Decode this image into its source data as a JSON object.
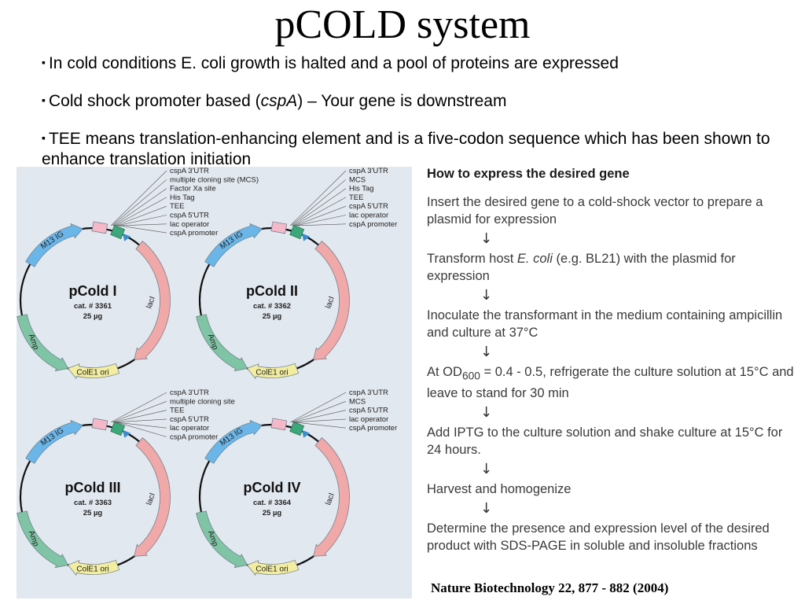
{
  "title": "pCOLD system",
  "bullets": [
    {
      "text": "In cold conditions E. coli growth is halted and a pool of proteins are expressed"
    },
    {
      "pre": "Cold shock promoter based (",
      "em": "cspA",
      "post": ") – Your gene is downstream"
    },
    {
      "text": "TEE means translation-enhancing element and is a five-codon sequence which has been shown to enhance translation initiation"
    }
  ],
  "bullet_symbol": "▪",
  "plasmids": [
    {
      "name": "pCold I",
      "cat": "cat. # 3361",
      "amount": "25 µg",
      "labels": [
        "cspA 3'UTR",
        "multiple cloning site (MCS)",
        "Factor Xa site",
        "His Tag",
        "TEE",
        "cspA 5'UTR",
        "lac operator",
        "cspA promoter"
      ]
    },
    {
      "name": "pCold II",
      "cat": "cat. # 3362",
      "amount": "25 µg",
      "labels": [
        "cspA 3'UTR",
        "MCS",
        "His Tag",
        "TEE",
        "cspA 5'UTR",
        "lac operator",
        "cspA promoter"
      ]
    },
    {
      "name": "pCold III",
      "cat": "cat. # 3363",
      "amount": "25 µg",
      "labels": [
        "cspA 3'UTR",
        "multiple cloning site",
        "TEE",
        "cspA 5'UTR",
        "lac operator",
        "cspA promoter"
      ]
    },
    {
      "name": "pCold IV",
      "cat": "cat. # 3364",
      "amount": "25 µg",
      "labels": [
        "cspA 3'UTR",
        "MCS",
        "cspA 5'UTR",
        "lac operator",
        "cspA promoter"
      ]
    }
  ],
  "plasmid_features": {
    "m13": "M13 IG",
    "amp": "Amp",
    "ori": "ColE1 ori",
    "laci": "lacI"
  },
  "feature_colors": {
    "m13": "#6bb6e8",
    "amp": "#7fc4a4",
    "ori": "#f2eda0",
    "laci": "#f0a8a8",
    "pink": "#f4b8c8",
    "green": "#3aa87a",
    "blue": "#3a8ccc",
    "backbone": "#111111"
  },
  "steps": {
    "title": "How to express the desired gene",
    "arrow": "↓",
    "items": [
      {
        "text": "Insert the desired gene to a cold-shock vector to prepare a plasmid for expression"
      },
      {
        "pre": "Transform host ",
        "em": "E. coli",
        "post": " (e.g. BL21) with the plasmid for expression"
      },
      {
        "text": "Inoculate the transformant in the medium containing ampicillin and culture at 37°C"
      },
      {
        "pre": "At OD",
        "sub": "600",
        "post": " = 0.4 - 0.5, refrigerate the culture solution at 15°C and leave to stand for 30 min"
      },
      {
        "text": "Add IPTG to the culture solution and shake culture at 15°C for 24 hours."
      },
      {
        "text": "Harvest and homogenize"
      },
      {
        "text": "Determine the presence and expression level of the desired product with SDS-PAGE in soluble and insoluble fractions"
      }
    ]
  },
  "citation": "Nature Biotechnology 22, 877 - 882 (2004)"
}
